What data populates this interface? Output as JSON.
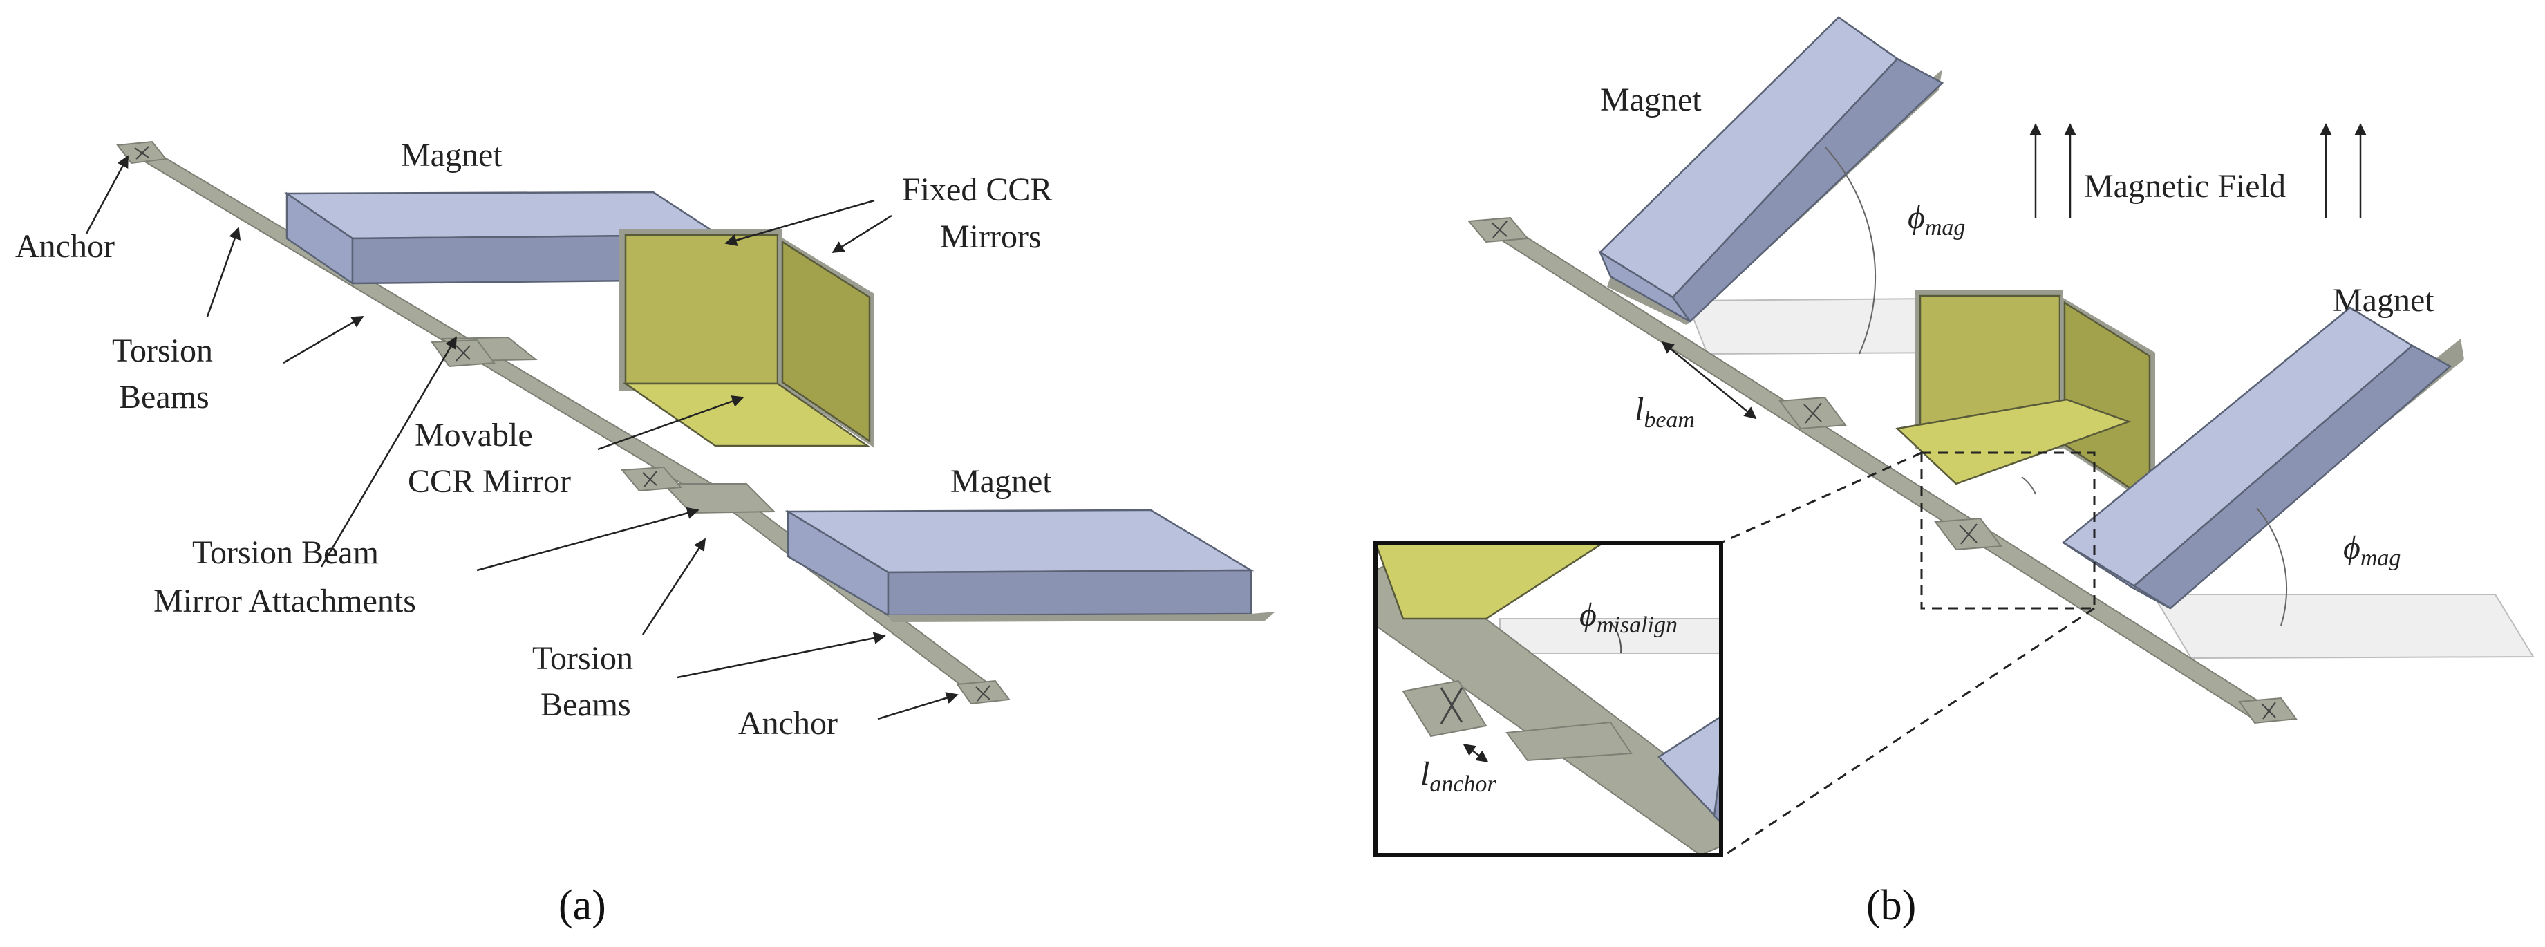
{
  "panel_a": {
    "labels": {
      "magnet_top": "Magnet",
      "magnet_bottom": "Magnet",
      "anchor_left": "Anchor",
      "anchor_right": "Anchor",
      "torsion_beams_1_line1": "Torsion",
      "torsion_beams_1_line2": "Beams",
      "torsion_beams_2_line1": "Torsion",
      "torsion_beams_2_line2": "Beams",
      "fixed_ccr_line1": "Fixed CCR",
      "fixed_ccr_line2": "Mirrors",
      "movable_ccr_line1": "Movable",
      "movable_ccr_line2": "CCR Mirror",
      "attach_line1": "Torsion Beam",
      "attach_line2": "Mirror Attachments"
    },
    "caption": "(a)"
  },
  "panel_b": {
    "labels": {
      "magnet_left": "Magnet",
      "magnet_right": "Magnet",
      "magnetic_field": "Magnetic Field",
      "phi": "ϕ",
      "mag_sub": "mag",
      "misalign_sub": "misalign",
      "l_beam_l": "l",
      "l_beam_sub": "beam",
      "l_anchor_l": "l",
      "l_anchor_sub": "anchor"
    },
    "caption": "(b)"
  },
  "colors": {
    "magnet": "#b9c1dd",
    "mirror": "#b6b55a",
    "beam": "#a7aa9b"
  }
}
